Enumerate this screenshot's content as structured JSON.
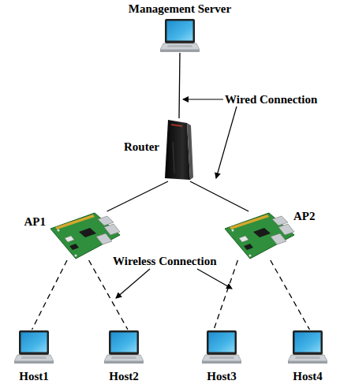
{
  "diagram": {
    "nodes": [
      {
        "text": [
          "Management Server"
        ]
      },
      {
        "text": [
          "Router"
        ]
      },
      {
        "text": [
          "AP1"
        ]
      },
      {
        "text": [
          "AP2"
        ]
      },
      {
        "text": [
          "Host1"
        ]
      },
      {
        "text": [
          "Host2"
        ]
      },
      {
        "text": [
          "Host3"
        ]
      },
      {
        "text": [
          "Host4"
        ]
      }
    ],
    "edges": [
      {
        "from": 0,
        "to": 1,
        "arrow": "none"
      },
      {
        "from": 1,
        "to": 2,
        "arrow": "none"
      },
      {
        "from": 1,
        "to": 3,
        "arrow": "none"
      },
      {
        "from": 2,
        "to": 4,
        "arrow": "none"
      },
      {
        "from": 2,
        "to": 5,
        "arrow": "none"
      },
      {
        "from": 3,
        "to": 6,
        "arrow": "none"
      },
      {
        "from": 3,
        "to": 7,
        "arrow": "none"
      }
    ],
    "labels": [
      "Wired Connection",
      "Wireless Connection"
    ]
  }
}
